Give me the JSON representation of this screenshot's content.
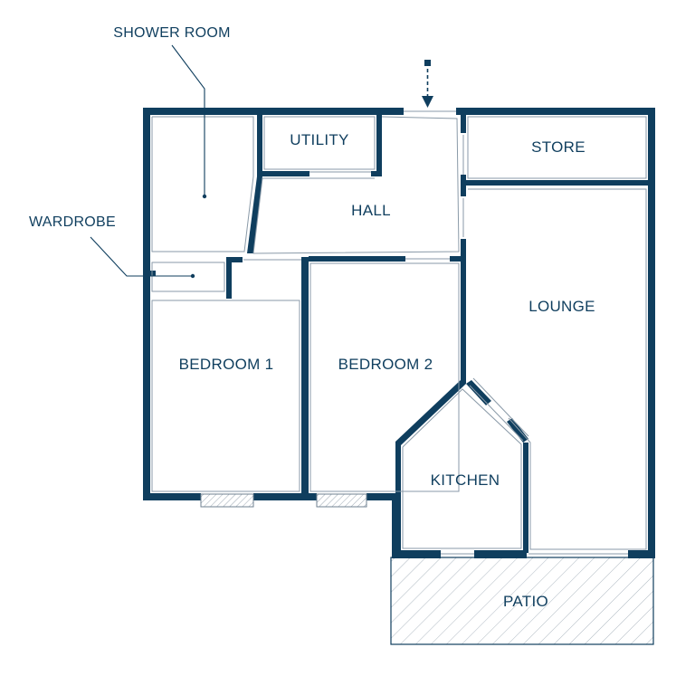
{
  "rooms": {
    "shower_room": "SHOWER ROOM",
    "utility": "UTILITY",
    "store": "STORE",
    "hall": "HALL",
    "wardrobe": "WARDROBE",
    "lounge": "LOUNGE",
    "bedroom_1": "BEDROOM 1",
    "bedroom_2": "BEDROOM 2",
    "kitchen": "KITCHEN",
    "patio": "PATIO"
  },
  "icons": {
    "entrance": "entrance-arrow-icon"
  },
  "colors": {
    "wall": "#0f3e5e",
    "background": "#ffffff"
  }
}
